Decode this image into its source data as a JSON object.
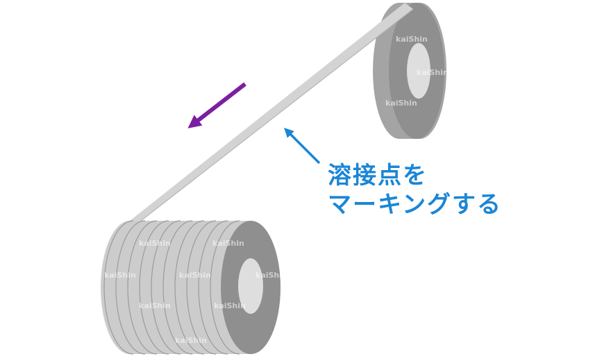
{
  "diagram": {
    "caption_line1": "溶接点を",
    "caption_line2": "マーキングする",
    "watermark": "kaiShin",
    "colors": {
      "tape": "#d3d3d3",
      "tape_edge": "#b5b5b5",
      "roll_side": "#a4a4a4",
      "roll_face": "#8f8f8f",
      "roll_core": "#dedede",
      "stack_body": "#cccccc",
      "stack_line": "#9a9a9a",
      "direction_arrow": "#7b1fa2",
      "pointer_arrow": "#1a86d6",
      "caption": "#1a86d6"
    },
    "icons": {
      "direction_arrow": "arrow-down-left-icon",
      "pointer_arrow": "arrow-up-left-icon"
    }
  }
}
